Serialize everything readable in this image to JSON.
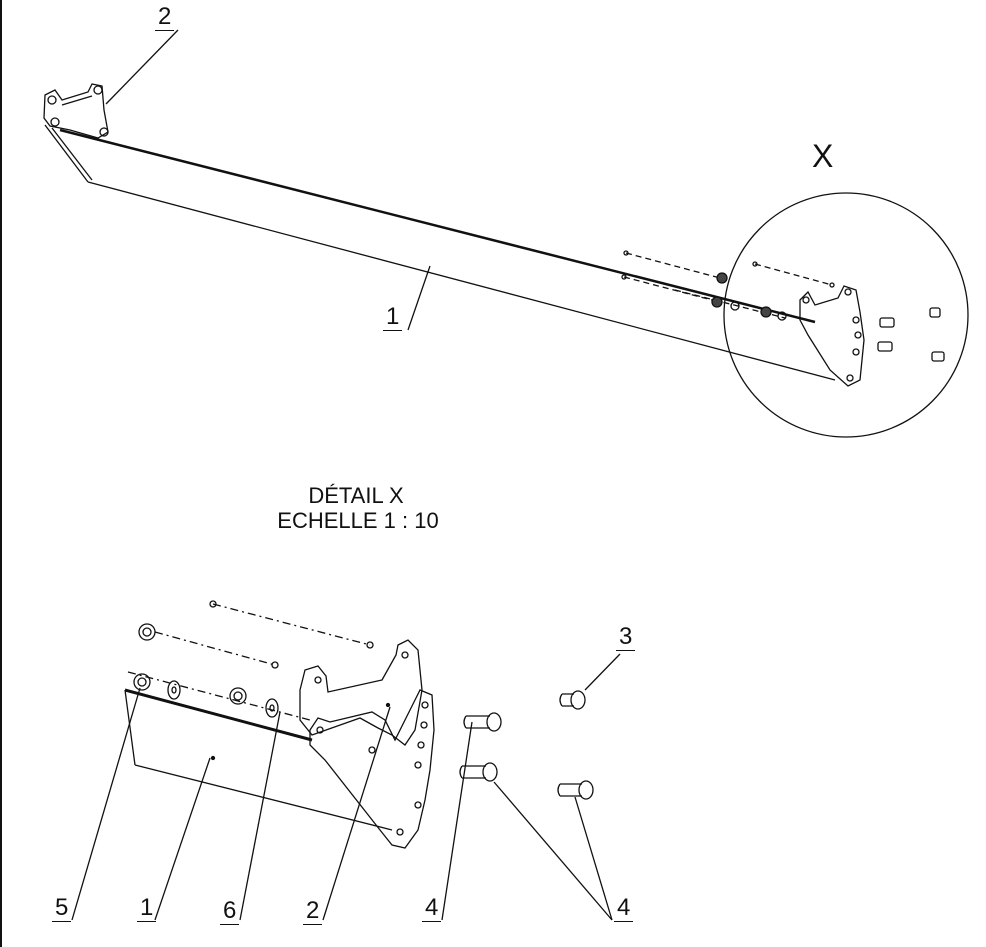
{
  "overview": {
    "labels": {
      "bracket": "2",
      "beam": "1",
      "detail_marker": "X"
    }
  },
  "detail": {
    "title": "DÉTAIL X",
    "scale": "ECHELLE 1 : 10",
    "labels": {
      "nut": "5",
      "beam": "1",
      "washer": "6",
      "bracket": "2",
      "bolt_a": "4",
      "bolt_b": "4",
      "bolt_small": "3"
    }
  }
}
